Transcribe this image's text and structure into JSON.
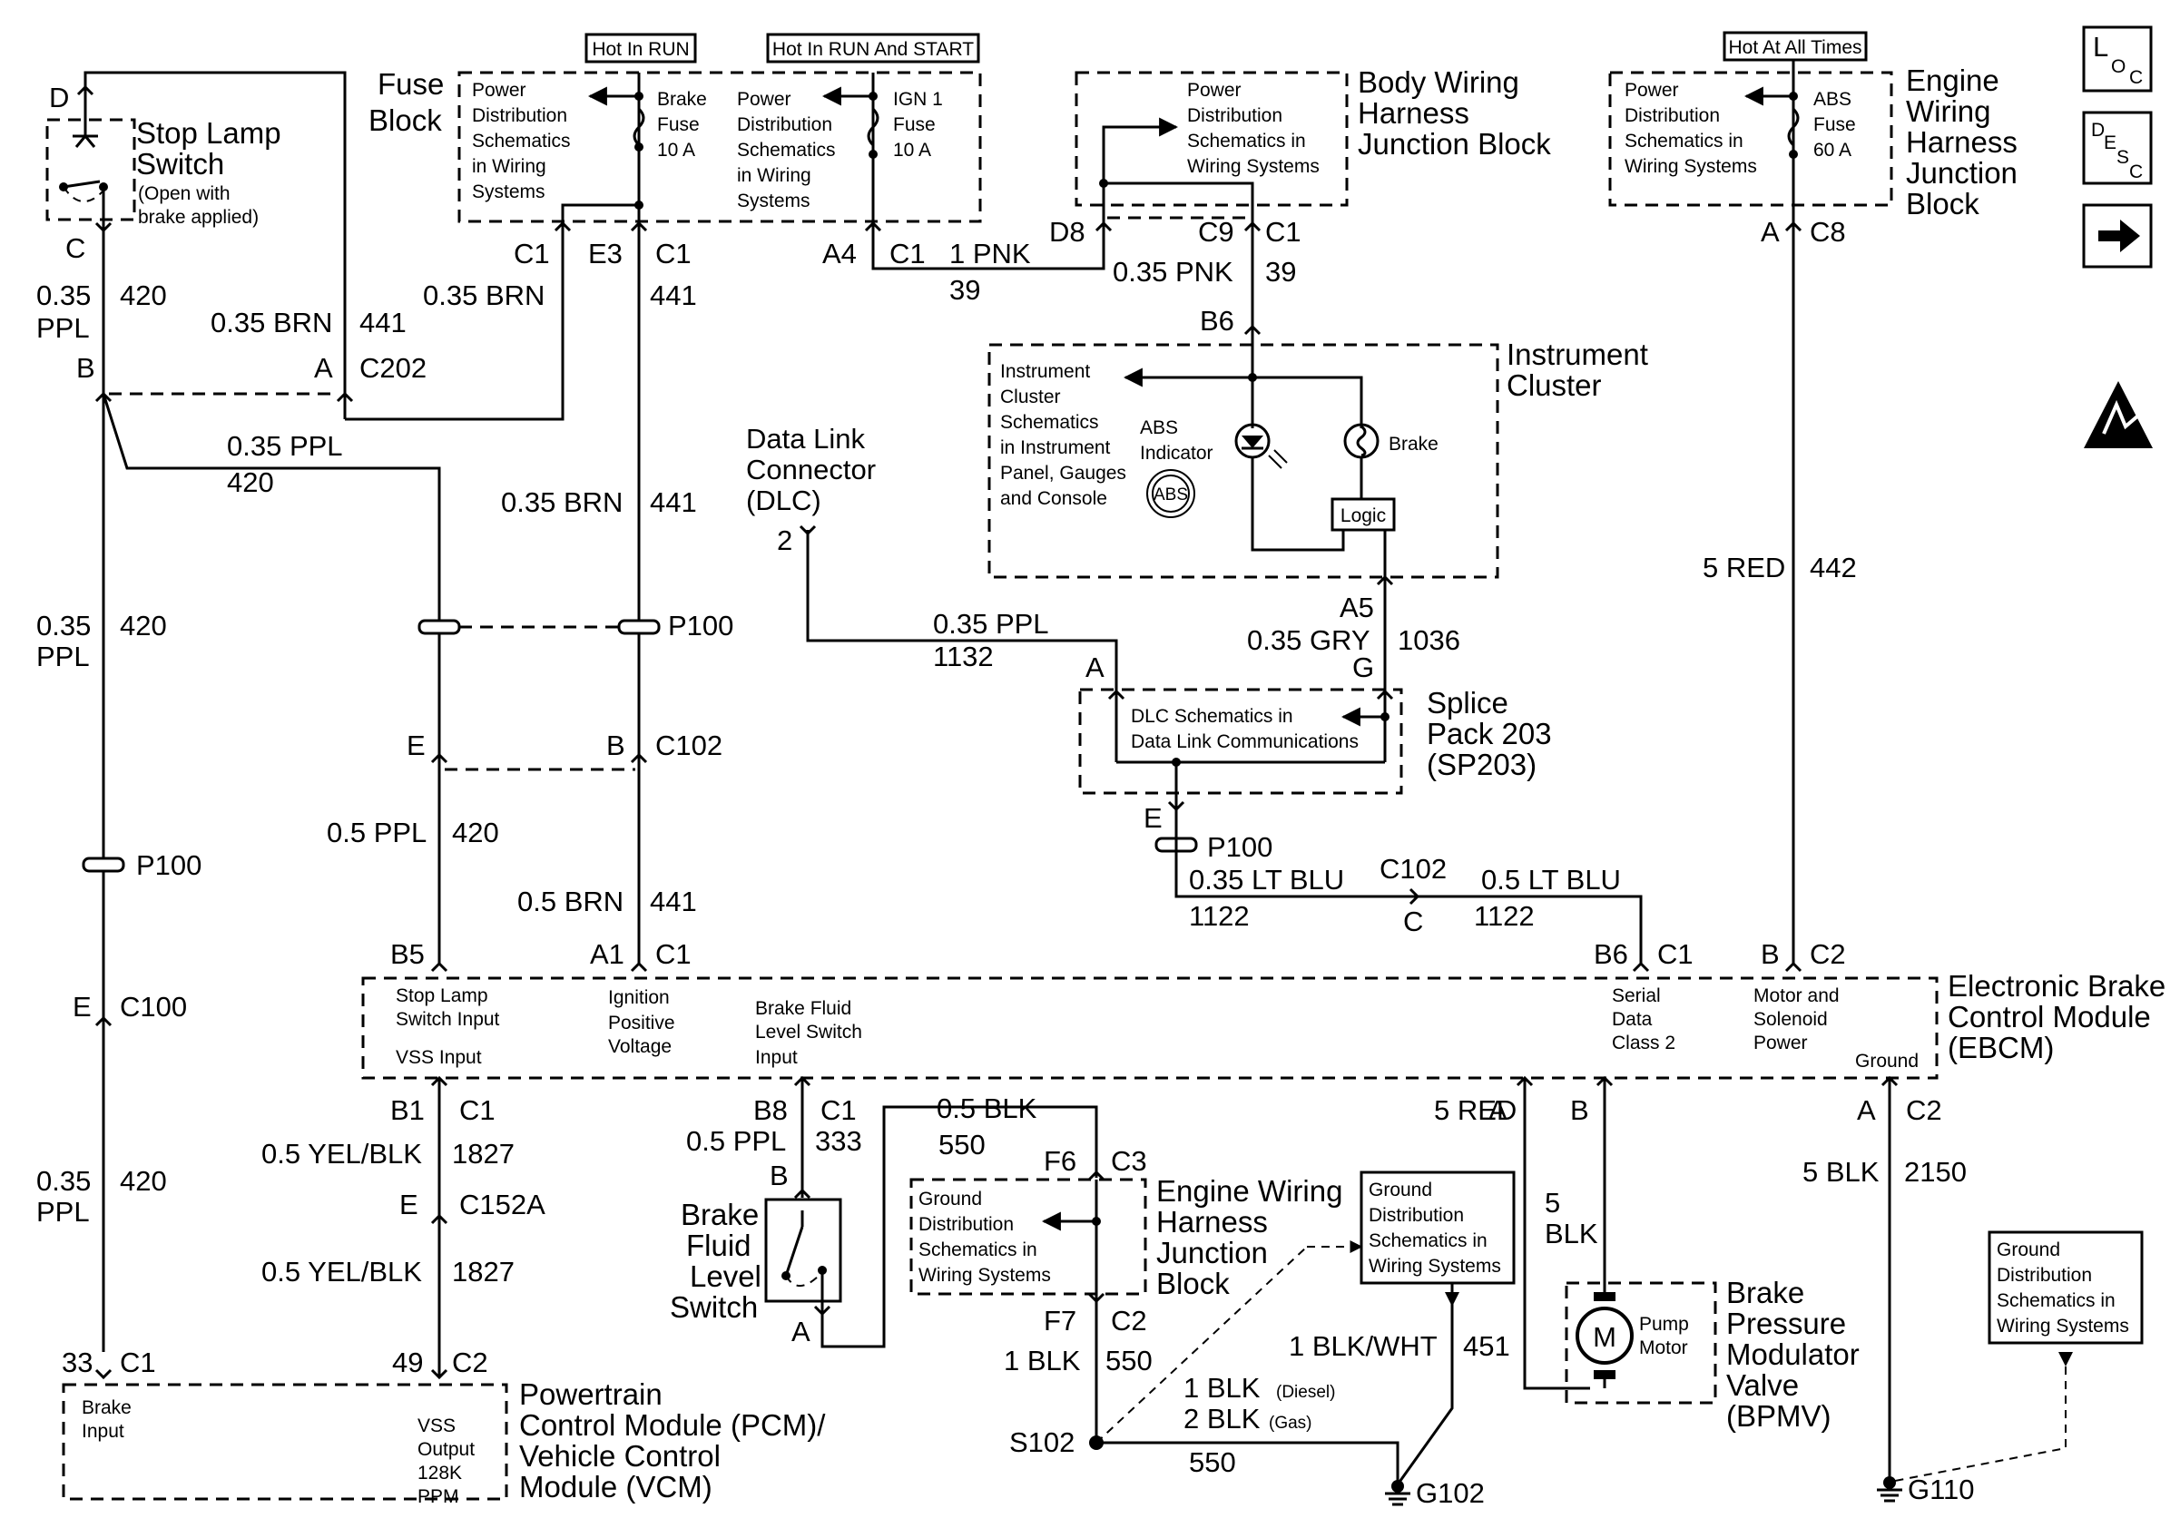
{
  "headers": {
    "hot_run": "Hot In RUN",
    "hot_run_start": "Hot In RUN And START",
    "hot_all": "Hot At All Times"
  },
  "icons": {
    "loc": "L O C",
    "desc": "D E S C",
    "arrow": "arrow-right-icon",
    "esd": "esd-warning-icon"
  },
  "components": {
    "fuse_block": {
      "title": [
        "Fuse",
        "Block"
      ],
      "pd1": [
        "Power",
        "Distribution",
        "Schematics",
        "in Wiring",
        "Systems"
      ],
      "brake_fuse": [
        "Brake",
        "Fuse",
        "10 A"
      ],
      "pd2": [
        "Power",
        "Distribution",
        "Schematics",
        "in Wiring",
        "Systems"
      ],
      "ign_fuse": [
        "IGN 1",
        "Fuse",
        "10 A"
      ]
    },
    "body_jb": {
      "title": [
        "Body Wiring",
        "Harness",
        "Junction Block"
      ],
      "pd": [
        "Power",
        "Distribution",
        "Schematics in",
        "Wiring Systems"
      ]
    },
    "engine_jb": {
      "title": [
        "Engine",
        "Wiring",
        "Harness",
        "Junction",
        "Block"
      ],
      "pd": [
        "Power",
        "Distribution",
        "Schematics in",
        "Wiring Systems"
      ],
      "abs_fuse": [
        "ABS",
        "Fuse",
        "60 A"
      ]
    },
    "stop_lamp": {
      "title": [
        "Stop Lamp",
        "Switch"
      ],
      "note": [
        "(Open with",
        "brake applied)"
      ]
    },
    "cluster": {
      "title": [
        "Instrument",
        "Cluster"
      ],
      "text": [
        "Instrument",
        "Cluster",
        "Schematics",
        "in Instrument",
        "Panel, Gauges",
        "and Console"
      ],
      "abs_ind": [
        "ABS",
        "Indicator"
      ],
      "abs": "ABS",
      "brake": "Brake",
      "logic": "Logic"
    },
    "dlc": {
      "title": [
        "Data Link",
        "Connector",
        "(DLC)"
      ]
    },
    "splice": {
      "title": [
        "Splice",
        "Pack 203",
        "(SP203)"
      ],
      "text": [
        "DLC Schematics in",
        "Data Link Communications"
      ]
    },
    "ebcm": {
      "title": [
        "Electronic Brake",
        "Control Module",
        "(EBCM)"
      ],
      "stop_in": [
        "Stop Lamp",
        "Switch Input"
      ],
      "vss_in": "VSS Input",
      "ign": [
        "Ignition",
        "Positive",
        "Voltage"
      ],
      "bfl": [
        "Brake Fluid",
        "Level Switch",
        "Input"
      ],
      "serial": [
        "Serial",
        "Data",
        "Class 2"
      ],
      "motor": [
        "Motor and",
        "Solenoid",
        "Power"
      ],
      "ground": "Ground"
    },
    "brake_fluid": {
      "title": [
        "Brake",
        "Fluid",
        "Level",
        "Switch"
      ]
    },
    "engine_jb2": {
      "title": [
        "Engine Wiring",
        "Harness",
        "Junction",
        "Block"
      ],
      "gd": [
        "Ground",
        "Distribution",
        "Schematics in",
        "Wiring Systems"
      ]
    },
    "gd_box1": [
      "Ground",
      "Distribution",
      "Schematics in",
      "Wiring Systems"
    ],
    "gd_box2": [
      "Ground",
      "Distribution",
      "Schematics in",
      "Wiring Systems"
    ],
    "bpmv": {
      "title": [
        "Brake",
        "Pressure",
        "Modulator",
        "Valve",
        "(BPMV)"
      ],
      "motor": [
        "Pump",
        "Motor"
      ],
      "m": "M"
    },
    "pcm": {
      "title": [
        "Powertrain",
        "Control Module (PCM)/",
        "Vehicle Control",
        "Module (VCM)"
      ],
      "brake_in": [
        "Brake",
        "Input"
      ],
      "vss_out": [
        "VSS",
        "Output",
        "128K",
        "PPM"
      ]
    }
  },
  "labels": {
    "D": "D",
    "C": "C",
    "C1": "C1",
    "E3": "E3",
    "A4": "A4",
    "D8": "D8",
    "C9": "C9",
    "C8": "C8",
    "A": "A",
    "B": "B",
    "B6": "B6",
    "A5": "A5",
    "G": "G",
    "E": "E",
    "B5": "B5",
    "A1": "A1",
    "B1": "B1",
    "B8": "B8",
    "F6": "F6",
    "F7": "F7",
    "C2": "C2",
    "C3": "C3",
    "2": "2",
    "C202": "C202",
    "P100": "P100",
    "C102": "C102",
    "C100": "C100",
    "C152A": "C152A",
    "S102": "S102",
    "G102": "G102",
    "G110": "G110",
    "33": "33",
    "49": "49",
    "w035ppl": "0.35",
    "ppl": "PPL",
    "420": "420",
    "w035brn": "0.35 BRN",
    "441": "441",
    "w1pnk": "1 PNK",
    "39": "39",
    "w035pnk": "0.35 PNK",
    "w035ppl_full": "0.35 PPL",
    "w5red": "5 RED",
    "442": "442",
    "1132": "1132",
    "w035gry": "0.35 GRY",
    "1036": "1036",
    "w05ppl": "0.5 PPL",
    "w05brn": "0.5 BRN",
    "w035ltblu": "0.35 LT BLU",
    "1122": "1122",
    "w05ltblu": "0.5 LT BLU",
    "w05yelblk": "0.5 YEL/BLK",
    "1827": "1827",
    "333": "333",
    "w05blk": "0.5 BLK",
    "550": "550",
    "w1blk": "1 BLK",
    "w1blkwht": "1 BLK/WHT",
    "451": "451",
    "w1blkd": "1 BLK",
    "diesel": "(Diesel)",
    "w2blk": "2 BLK",
    "gas": "(Gas)",
    "w5": "5",
    "blk": "BLK",
    "w5blk": "5 BLK",
    "2150": "2150"
  }
}
